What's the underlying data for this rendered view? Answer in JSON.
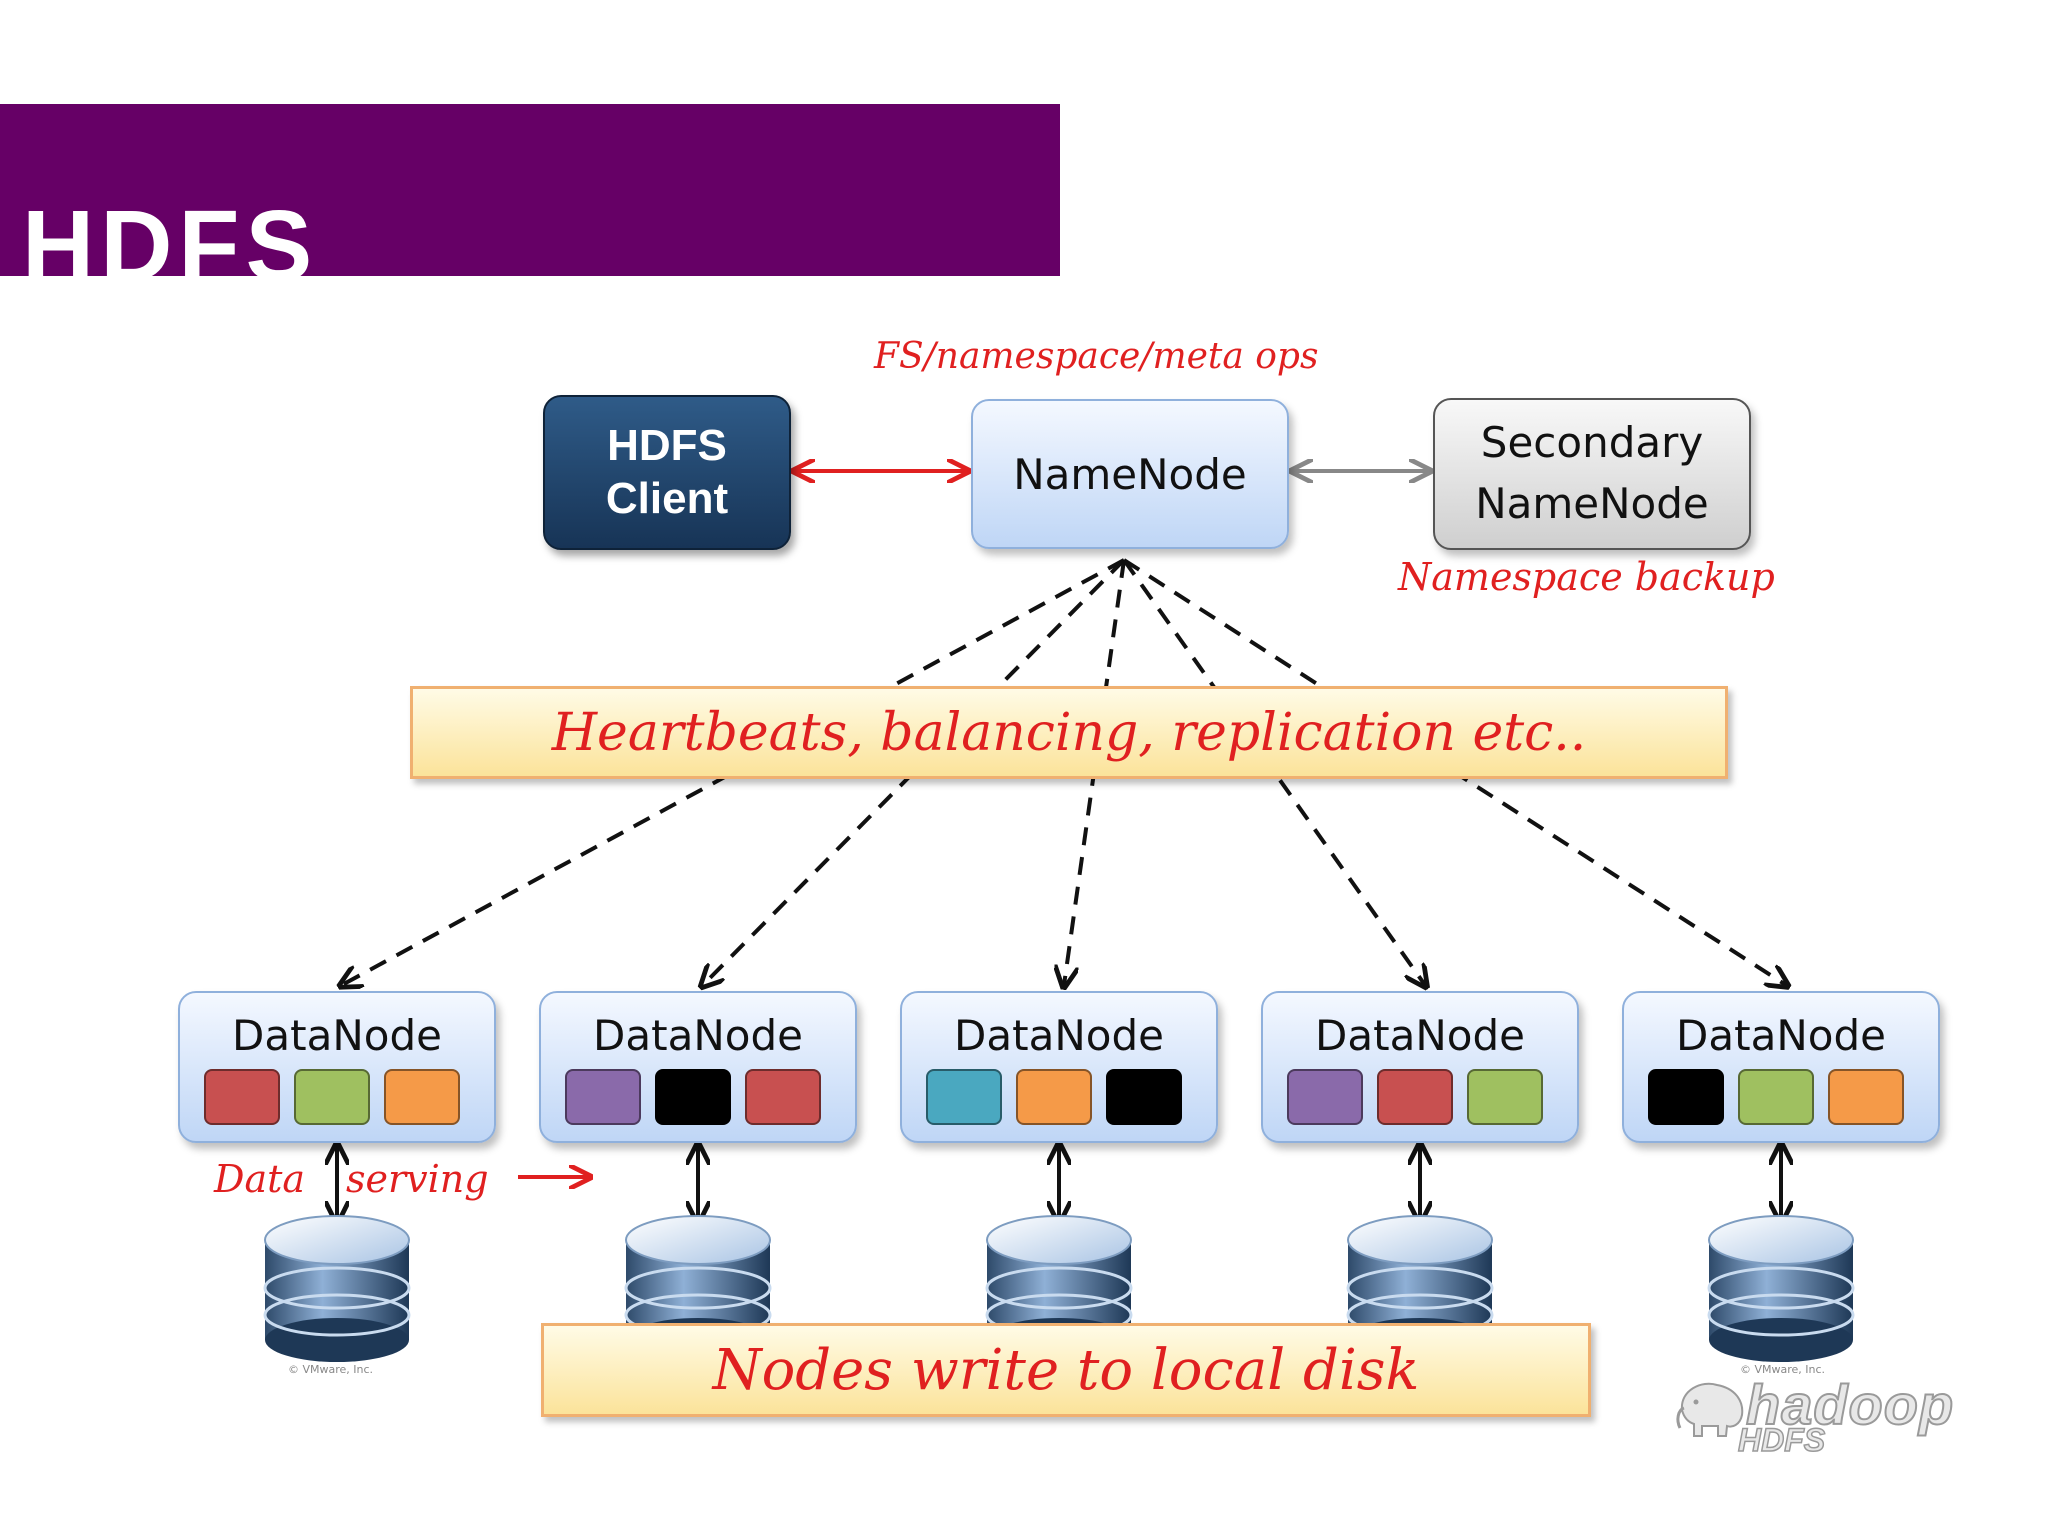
{
  "slide": {
    "title": "HDFS"
  },
  "diagram": {
    "client": {
      "line1": "HDFS",
      "line2": "Client"
    },
    "namenode": {
      "label": "NameNode"
    },
    "secondary": {
      "line1": "Secondary",
      "line2": "NameNode"
    },
    "annotations": {
      "fs_ops": "FS/namespace/meta ops",
      "namespace_backup": "Namespace backup",
      "data": "Data",
      "serving": "serving"
    },
    "banners": {
      "heartbeats": "Heartbeats, balancing, replication etc..",
      "local_disk": "Nodes write to local disk"
    },
    "datanodes": [
      {
        "label": "DataNode",
        "blocks": [
          "#c85050",
          "#9fc060",
          "#f59a48"
        ]
      },
      {
        "label": "DataNode",
        "blocks": [
          "#8a6aaa",
          "#000000",
          "#c85050"
        ]
      },
      {
        "label": "DataNode",
        "blocks": [
          "#4aa8c0",
          "#f59a48",
          "#000000"
        ]
      },
      {
        "label": "DataNode",
        "blocks": [
          "#8a6aaa",
          "#c85050",
          "#9fc060"
        ]
      },
      {
        "label": "DataNode",
        "blocks": [
          "#000000",
          "#9fc060",
          "#f59a48"
        ]
      }
    ],
    "copyright": "© VMware, Inc.",
    "logo": {
      "name": "hadoop",
      "sub": "HDFS"
    }
  },
  "colors": {
    "title_bar": "#660066",
    "annotation_red": "#e02020"
  }
}
